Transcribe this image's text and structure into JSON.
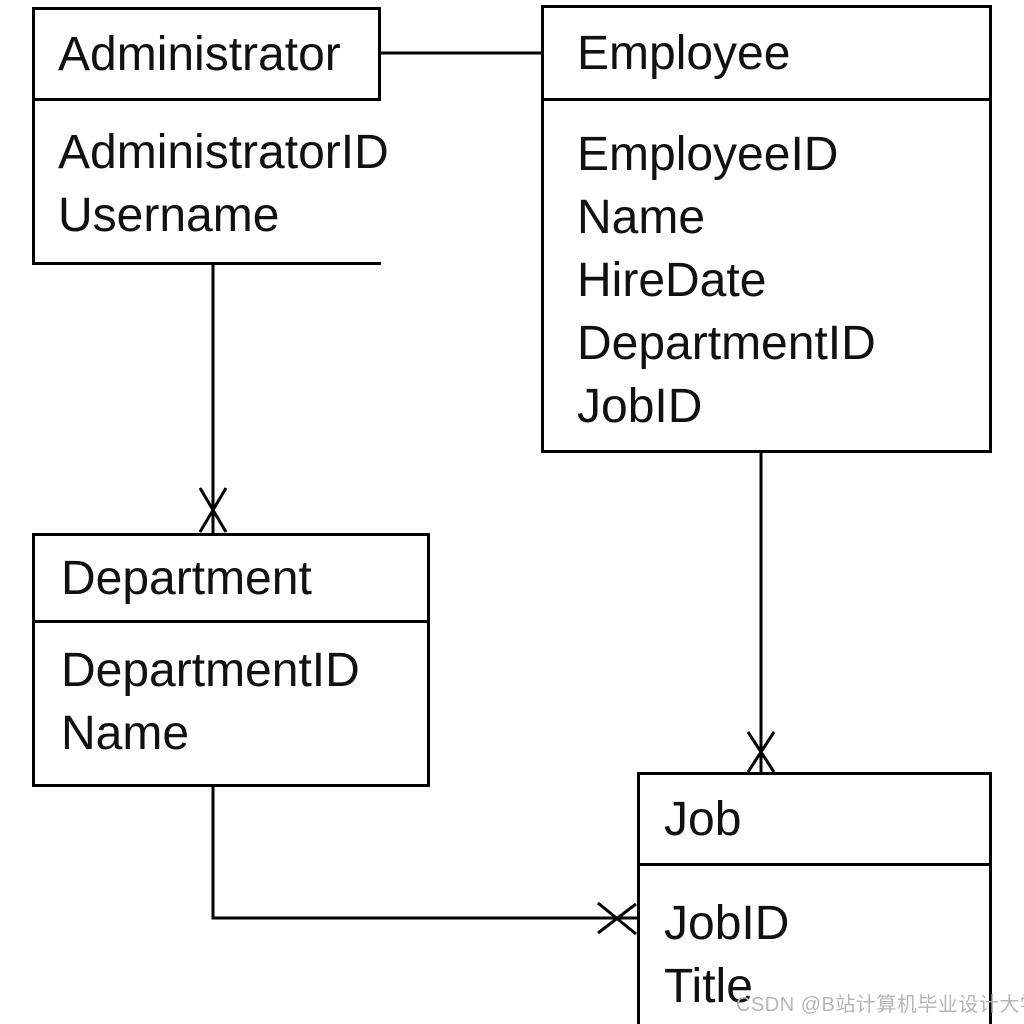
{
  "diagram": {
    "type": "entity-relationship",
    "entities": [
      {
        "name": "Administrator",
        "attributes": [
          "AdministratorID",
          "Username"
        ]
      },
      {
        "name": "Employee",
        "attributes": [
          "EmployeeID",
          "Name",
          "HireDate",
          "DepartmentID",
          "JobID"
        ]
      },
      {
        "name": "Department",
        "attributes": [
          "DepartmentID",
          "Name"
        ]
      },
      {
        "name": "Job",
        "attributes": [
          "JobID",
          "Title"
        ]
      }
    ],
    "relationships": [
      {
        "from": "Administrator",
        "to": "Employee",
        "marker_at_target": "none"
      },
      {
        "from": "Administrator",
        "to": "Department",
        "marker_at_target": "x-many"
      },
      {
        "from": "Employee",
        "to": "Job",
        "marker_at_target": "x-many"
      },
      {
        "from": "Department",
        "to": "Job",
        "marker_at_target": "x-many"
      }
    ]
  },
  "watermark": {
    "text": "CSDN @B站计算机毕业设计大学",
    "color": "#b6b6b6"
  },
  "colors": {
    "line": "#000000",
    "background": "#ffffff",
    "text": "#111111"
  }
}
